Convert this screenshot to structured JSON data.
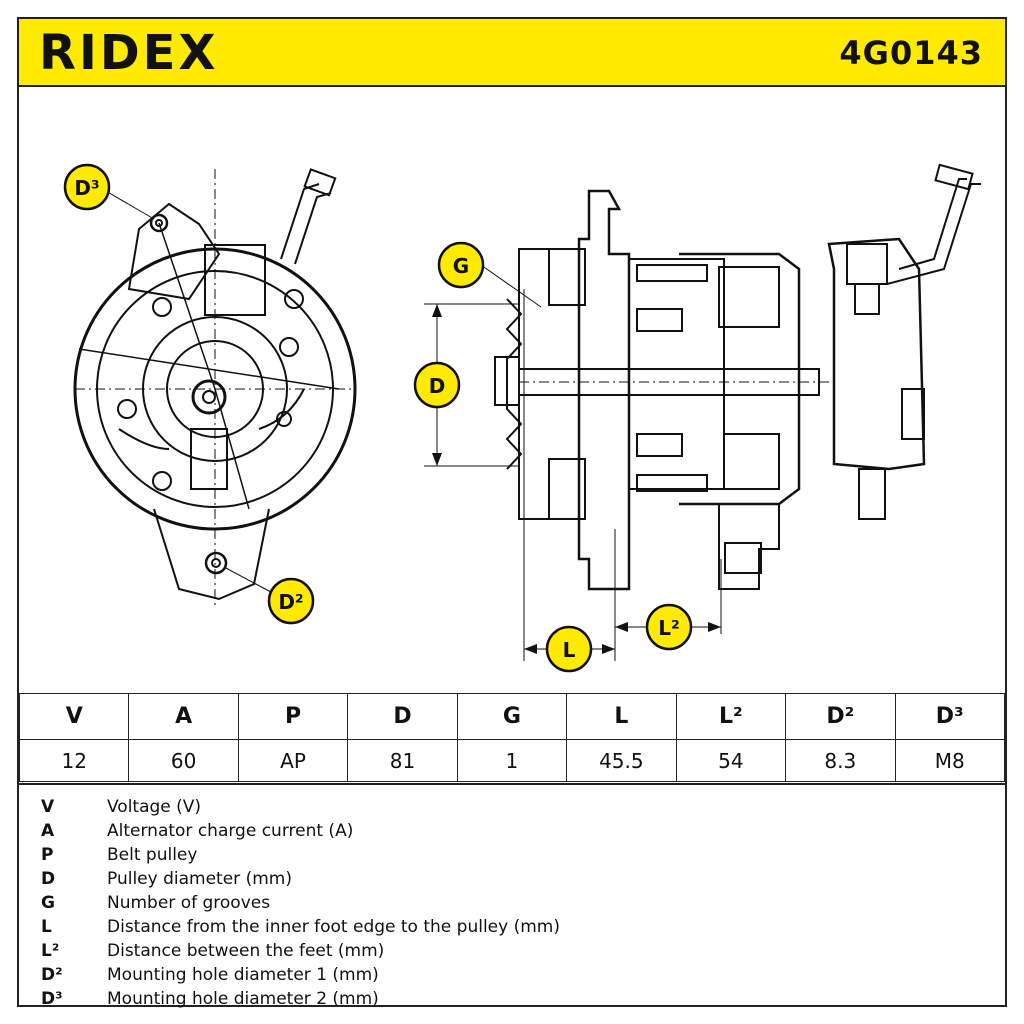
{
  "header": {
    "brand": "RIDEX",
    "part_number": "4G0143"
  },
  "callouts": {
    "d3": "D³",
    "d2": "D²",
    "g": "G",
    "d": "D",
    "l": "L",
    "l2": "L²"
  },
  "specs": {
    "headers": [
      "V",
      "A",
      "P",
      "D",
      "G",
      "L",
      "L²",
      "D²",
      "D³"
    ],
    "values": [
      "12",
      "60",
      "AP",
      "81",
      "1",
      "45.5",
      "54",
      "8.3",
      "M8"
    ]
  },
  "legend": [
    {
      "key": "V",
      "text": "Voltage (V)"
    },
    {
      "key": "A",
      "text": "Alternator charge current (A)"
    },
    {
      "key": "P",
      "text": "Belt pulley"
    },
    {
      "key": "D",
      "text": "Pulley diameter (mm)"
    },
    {
      "key": "G",
      "text": "Number of grooves"
    },
    {
      "key": "L",
      "text": "Distance from the inner foot edge to the pulley (mm)"
    },
    {
      "key": "L²",
      "text": "Distance between the feet (mm)"
    },
    {
      "key": "D²",
      "text": "Mounting hole diameter 1 (mm)"
    },
    {
      "key": "D³",
      "text": "Mounting hole diameter 2 (mm)"
    }
  ],
  "colors": {
    "accent": "#ffea00",
    "ink": "#111111"
  }
}
